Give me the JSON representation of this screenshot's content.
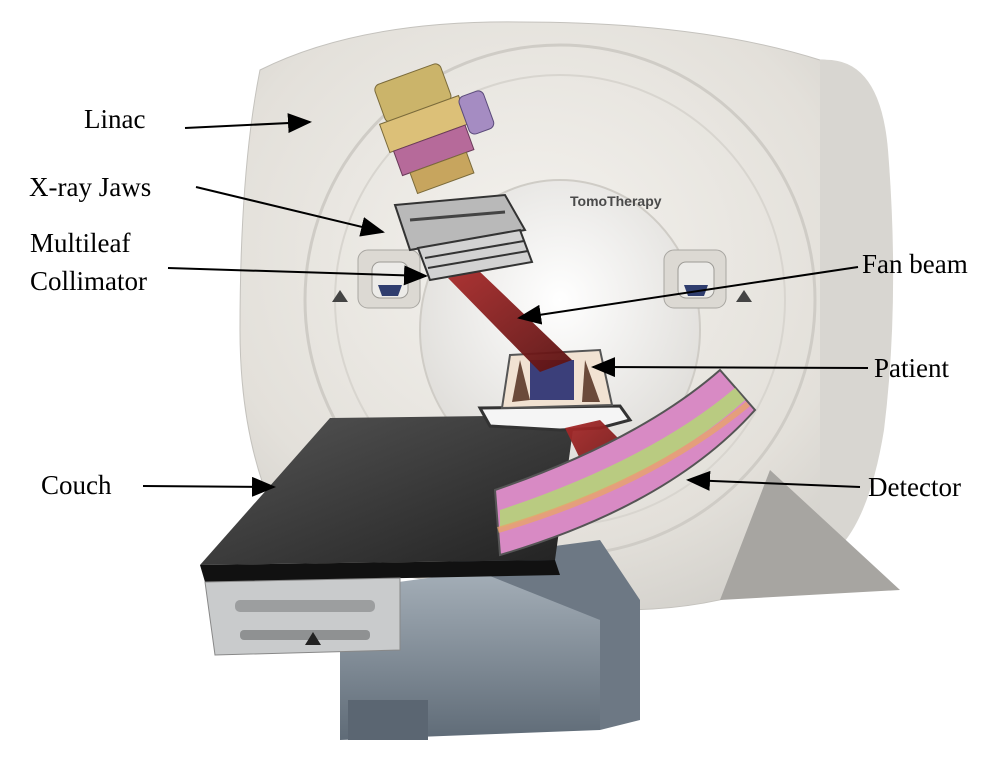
{
  "figure": {
    "brand_text": "TomoTherapy",
    "labels": {
      "linac": "Linac",
      "xray_jaws": "X-ray Jaws",
      "multileaf_line1": "Multileaf",
      "multileaf_line2": "Collimator",
      "fan_beam": "Fan beam",
      "patient": "Patient",
      "couch": "Couch",
      "detector": "Detector"
    }
  },
  "colors": {
    "gantry": "#e6e3dd",
    "gantry_shadow": "#c9c7c2",
    "couch_top": "#333333",
    "base": "#7e8a96",
    "beam": "#8a1f1f",
    "detector_pink": "#d88ac4",
    "detector_green": "#b6d27a"
  }
}
